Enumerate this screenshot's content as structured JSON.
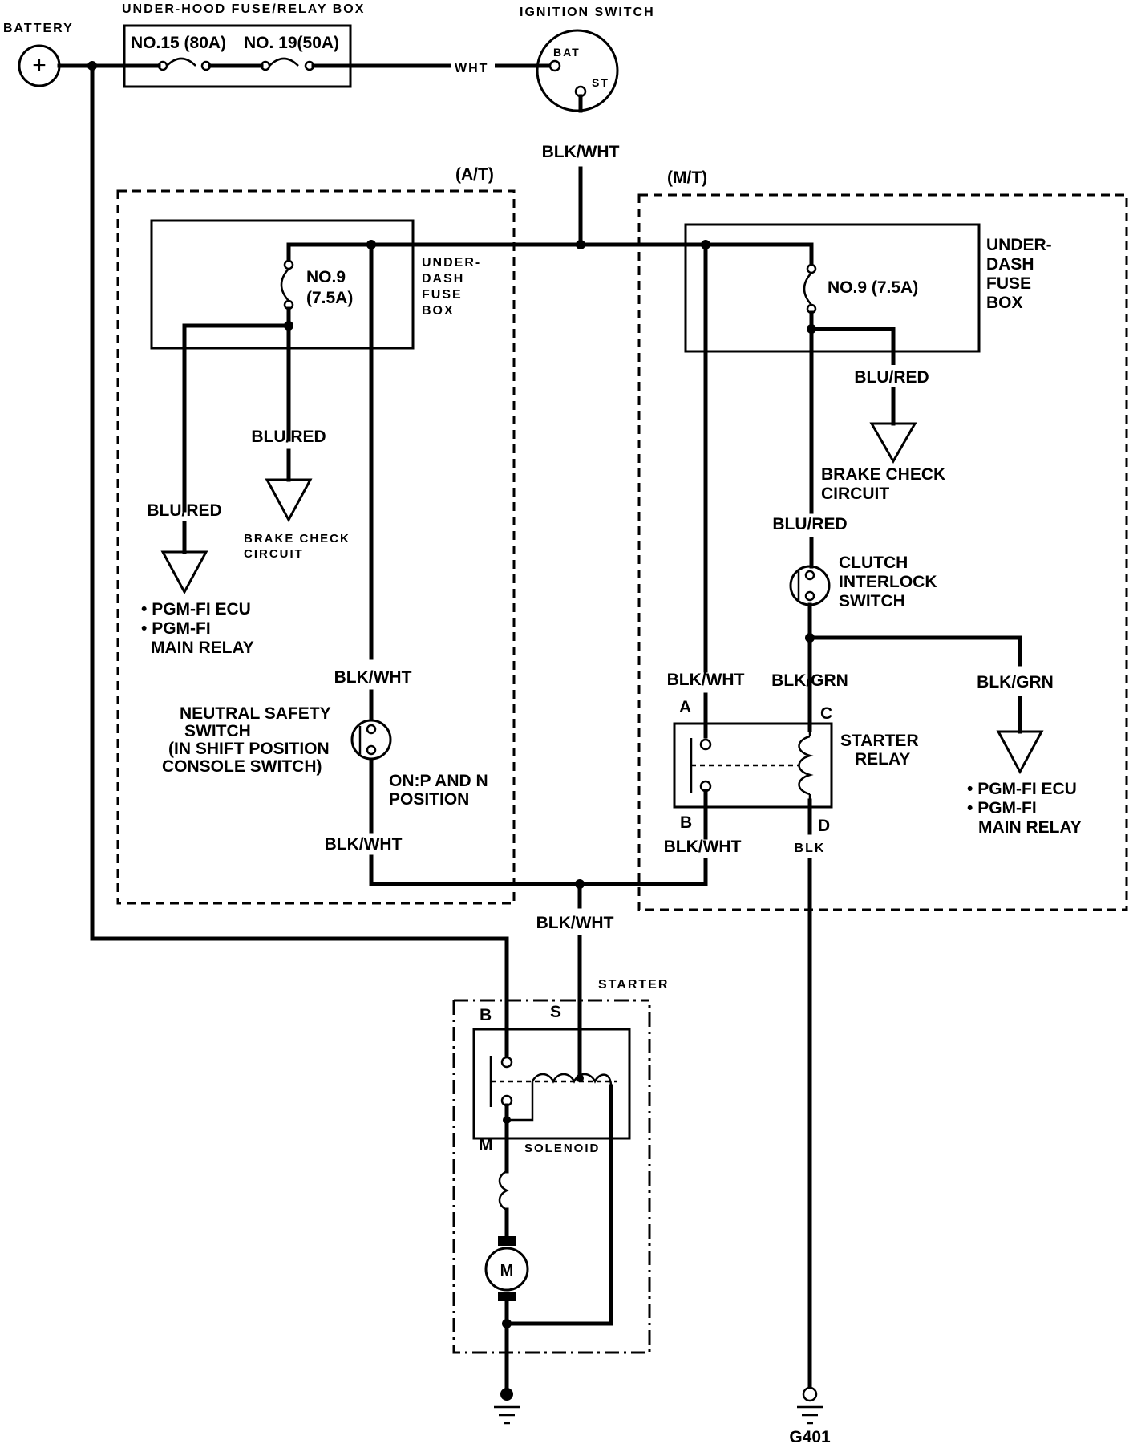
{
  "top": {
    "battery_label": "BATTERY",
    "battery_symbol": "+",
    "fusebox_title": "UNDER-HOOD FUSE/RELAY BOX",
    "fuse_a": "NO.15 (80A)",
    "fuse_b": "NO. 19(50A)",
    "wire_wht": "WHT",
    "ignition_title": "IGNITION SWITCH",
    "ign_bat": "BAT",
    "ign_st": "ST",
    "wire_blk_wht": "BLK/WHT"
  },
  "at": {
    "tag": "(A/T)",
    "fusebox_line1": "UNDER-",
    "fusebox_line2": "DASH",
    "fusebox_line3": "FUSE",
    "fusebox_line4": "BOX",
    "fuse_no": "NO.9",
    "fuse_amp": "(7.5A)",
    "wire_blu_red_a": "BLU/RED",
    "wire_blu_red_b": "BLU/RED",
    "brake_line1": "BRAKE CHECK",
    "brake_line2": "CIRCUIT",
    "ecu_line1": "PGM-FI ECU",
    "ecu_line2": "PGM-FI",
    "ecu_line3": "MAIN RELAY",
    "wire_blk_wht_upper": "BLK/WHT",
    "nss_line1": "NEUTRAL SAFETY",
    "nss_line2": "SWITCH",
    "nss_line3": "(IN SHIFT POSITION",
    "nss_line4": "CONSOLE SWITCH)",
    "on_line1": "ON:P AND N",
    "on_line2": "POSITION",
    "wire_blk_wht_lower": "BLK/WHT"
  },
  "mt": {
    "tag": "(M/T)",
    "fusebox_line1": "UNDER-",
    "fusebox_line2": "DASH",
    "fusebox_line3": "FUSE",
    "fusebox_line4": "BOX",
    "fuse": "NO.9 (7.5A)",
    "wire_blu_red_a": "BLU/RED",
    "brake_line1": "BRAKE CHECK",
    "brake_line2": "CIRCUIT",
    "wire_blu_red_b": "BLU/RED",
    "clutch_line1": "CLUTCH",
    "clutch_line2": "INTERLOCK",
    "clutch_line3": "SWITCH",
    "wire_blk_wht_a": "BLK/WHT",
    "wire_blk_grn_c": "BLK/GRN",
    "wire_blk_grn_right": "BLK/GRN",
    "term_a": "A",
    "term_b": "B",
    "term_c": "C",
    "term_d": "D",
    "relay_line1": "STARTER",
    "relay_line2": "RELAY",
    "ecu_line1": "PGM-FI ECU",
    "ecu_line2": "PGM-FI",
    "ecu_line3": "MAIN RELAY",
    "wire_blk_wht_b": "BLK/WHT",
    "wire_blk": "BLK"
  },
  "bottom": {
    "wire_blk_wht": "BLK/WHT",
    "starter_title": "STARTER",
    "term_b": "B",
    "term_s": "S",
    "term_m": "M",
    "solenoid": "SOLENOID",
    "motor": "M",
    "ground_label": "G401"
  }
}
